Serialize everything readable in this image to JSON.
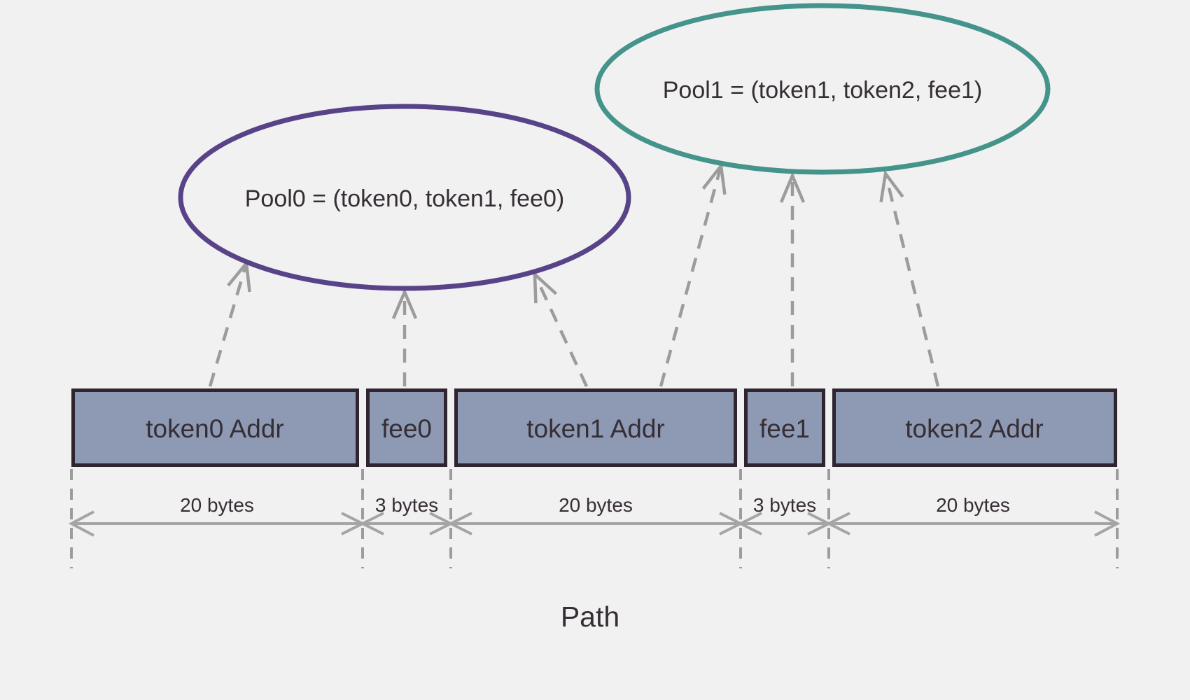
{
  "diagram": {
    "pools": [
      {
        "label": "Pool0 = (token0, token1, fee0)"
      },
      {
        "label": "Pool1 = (token1, token2, fee1)"
      }
    ],
    "segments": [
      {
        "label": "token0 Addr",
        "size_label": "20 bytes"
      },
      {
        "label": "fee0",
        "size_label": "3 bytes"
      },
      {
        "label": "token1 Addr",
        "size_label": "20 bytes"
      },
      {
        "label": "fee1",
        "size_label": "3 bytes"
      },
      {
        "label": "token2 Addr",
        "size_label": "20 bytes"
      }
    ],
    "path_label": "Path",
    "colors": {
      "background": "#f2f1f1",
      "pool0-stroke": "#584389",
      "pool1-stroke": "#44948b",
      "segment-fill": "#8e99b4",
      "segment-border": "#2f2530",
      "text": "#362e35",
      "line-gray": "#9c9c9c",
      "dim-gray": "#a5a5a5"
    }
  }
}
